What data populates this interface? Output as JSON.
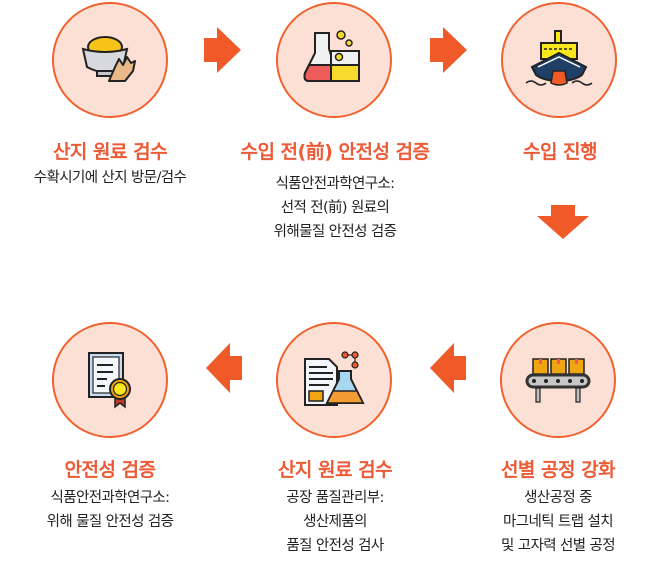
{
  "colors": {
    "accent": "#F05A28",
    "title": "#EC5B36",
    "circle_fill": "#FCE0D6",
    "circle_border": "#F0622E",
    "text": "#222222"
  },
  "steps": [
    {
      "id": 1,
      "icon": "ginger-powder-bowl-icon",
      "title": "산지 원료 검수",
      "desc": [
        "수확시기에 산지 방문/검수"
      ]
    },
    {
      "id": 2,
      "icon": "lab-flasks-icon",
      "title": "수입 전(前) 안전성 검증",
      "desc": [
        "식품안전과학연구소:",
        "선적 전(前) 원료의",
        "위해물질 안전성 검증"
      ]
    },
    {
      "id": 3,
      "icon": "cargo-ship-icon",
      "title": "수입 진행",
      "desc": []
    },
    {
      "id": 4,
      "icon": "conveyor-belt-icon",
      "title": "선별 공정 강화",
      "desc": [
        "생산공정 중",
        "마그네틱 트랩 설치",
        "및 고자력 선별 공정"
      ]
    },
    {
      "id": 5,
      "icon": "lab-report-flask-icon",
      "title": "산지 원료 검수",
      "desc": [
        "공장 품질관리부:",
        "생산제품의",
        "품질 안전성 검사"
      ]
    },
    {
      "id": 6,
      "icon": "certificate-icon",
      "title": "안전성 검증",
      "desc": [
        "식품안전과학연구소:",
        "위해 물질 안전성 검증"
      ]
    }
  ],
  "arrows": [
    {
      "from": 1,
      "to": 2,
      "direction": "right"
    },
    {
      "from": 2,
      "to": 3,
      "direction": "right"
    },
    {
      "from": 3,
      "to": 4,
      "direction": "down"
    },
    {
      "from": 4,
      "to": 5,
      "direction": "left"
    },
    {
      "from": 5,
      "to": 6,
      "direction": "left"
    }
  ]
}
